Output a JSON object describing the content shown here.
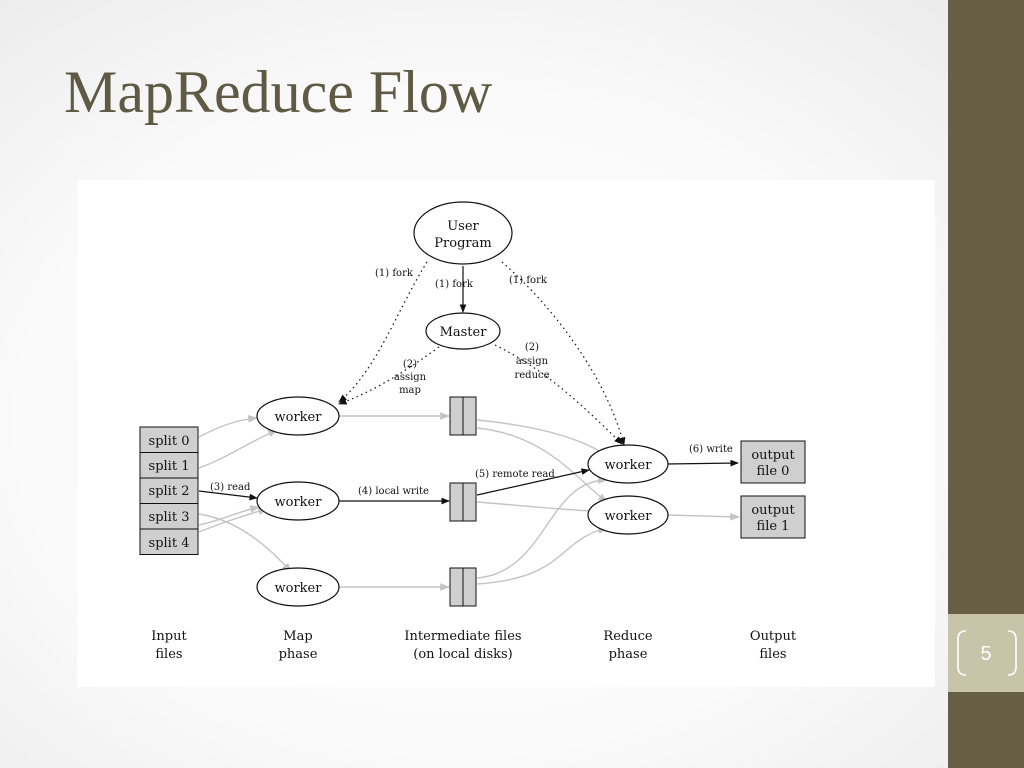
{
  "slide": {
    "title": "MapReduce Flow",
    "page_number": "5"
  },
  "diagram": {
    "user_program": [
      "User",
      "Program"
    ],
    "master": "Master",
    "worker_label": "worker",
    "splits": [
      "split 0",
      "split 1",
      "split 2",
      "split 3",
      "split 4"
    ],
    "outputs": [
      [
        "output",
        "file 0"
      ],
      [
        "output",
        "file 1"
      ]
    ],
    "edges": {
      "fork_left": "(1) fork",
      "fork_middle": "(1) fork",
      "fork_right": "(1) fork",
      "assign_map": [
        "(2)",
        "assign",
        "map"
      ],
      "assign_reduce": [
        "(2)",
        "assign",
        "reduce"
      ],
      "read": "(3) read",
      "local_write": "(4) local write",
      "remote_read": "(5) remote read",
      "write": "(6) write"
    },
    "columns": [
      [
        "Input",
        "files"
      ],
      [
        "Map",
        "phase"
      ],
      [
        "Intermediate files",
        "(on local disks)"
      ],
      [
        "Reduce",
        "phase"
      ],
      [
        "Output",
        "files"
      ]
    ]
  },
  "colors": {
    "sidebar": "#675f45",
    "page_number_box": "#c8c4aa",
    "title": "#5e5a44",
    "split_fill": "#cfcfcf",
    "gray_arrow": "#c4c4c4"
  }
}
